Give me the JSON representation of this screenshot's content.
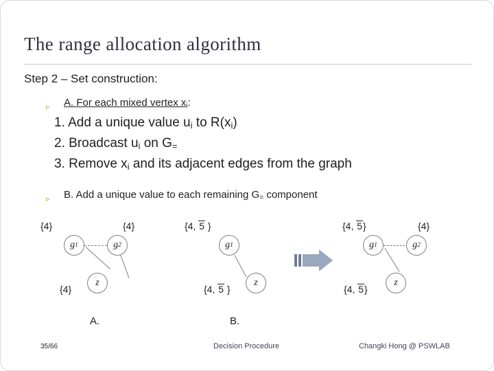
{
  "slide": {
    "title": "The range allocation algorithm",
    "step_line": "Step 2 – Set construction:",
    "bullet_glyph": "▹",
    "sub_a": "A. For each mixed vertex x",
    "sub_a_sub": "i",
    "sub_a_tail": ":",
    "numbered": [
      {
        "num": "1.",
        "text_before": "Add a unique value u",
        "sub": "i",
        "text_after": " to R(x",
        "sub2": "i",
        "tail": ")"
      },
      {
        "num": "2.",
        "text_before": "Broadcast u",
        "sub": "i",
        "text_after": " on G",
        "sub2": "=",
        "tail": ""
      },
      {
        "num": "3.",
        "text_before": "Remove x",
        "sub": "i",
        "text_after": " and its adjacent edges from the graph",
        "sub2": "",
        "tail": ""
      }
    ],
    "sub_b_before": "B. Add a unique value to each remaining G",
    "sub_b_sub": "=",
    "sub_b_after": " component",
    "diagrams": [
      {
        "caption": "A.",
        "nodes": [
          {
            "name": "g1",
            "label": "g",
            "sub": "1"
          },
          {
            "name": "g2",
            "label": "g",
            "sub": "2"
          },
          {
            "name": "z",
            "label": "z",
            "sub": ""
          }
        ],
        "set_labels": [
          {
            "text": "{4}",
            "for": "g1"
          },
          {
            "text": "{4}",
            "for": "g2"
          },
          {
            "text": "{4}",
            "for": "z"
          }
        ]
      },
      {
        "caption": "B.",
        "nodes": [
          {
            "name": "g1",
            "label": "g",
            "sub": "1"
          },
          {
            "name": "z",
            "label": "z",
            "sub": ""
          }
        ],
        "set_labels": [
          {
            "text": "{4, 5 }",
            "overline": "5",
            "for": "g1"
          },
          {
            "text": "{4, 5 }",
            "overline": "5",
            "for": "z"
          }
        ]
      },
      {
        "caption": "",
        "nodes": [
          {
            "name": "g1",
            "label": "g",
            "sub": "1"
          },
          {
            "name": "g2",
            "label": "g",
            "sub": "2"
          },
          {
            "name": "z",
            "label": "z",
            "sub": ""
          }
        ],
        "set_labels": [
          {
            "text": "{4, 5}",
            "overline": "5",
            "for": "g1"
          },
          {
            "text": "{4}",
            "overline": "",
            "for": "g2"
          },
          {
            "text": "{4, 5}",
            "overline": "5",
            "for": "z"
          }
        ]
      }
    ],
    "arrow_icon": "right-arrow-transition"
  },
  "footer": {
    "page_number": "35/66",
    "center": "Decision Procedure",
    "right": "Changki Hong @ PSWLAB"
  }
}
